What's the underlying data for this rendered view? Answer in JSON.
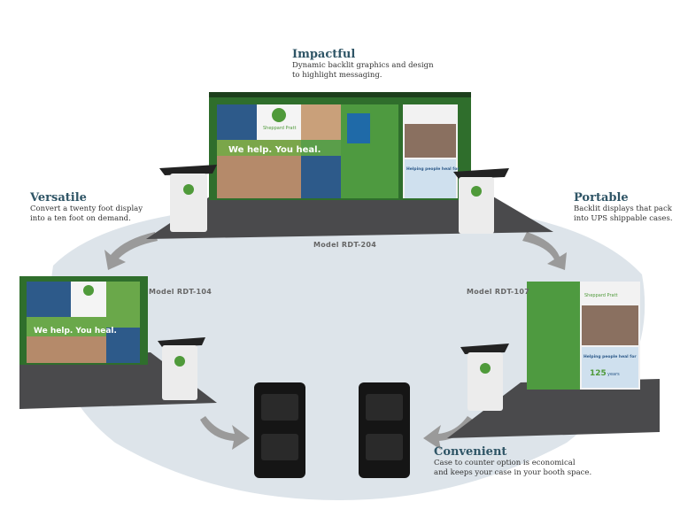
{
  "captions": {
    "impactful": {
      "title": "Impactful",
      "lines": [
        "Dynamic backlit graphics and design",
        "to highlight messaging."
      ]
    },
    "versatile": {
      "title": "Versatile",
      "lines": [
        "Convert a twenty foot display",
        "into a ten foot on demand."
      ]
    },
    "portable": {
      "title": "Portable",
      "lines": [
        "Backlit displays that pack",
        "into UPS shippable cases."
      ]
    },
    "convenient": {
      "title": "Convenient",
      "lines": [
        "Case to counter option is economical",
        "and keeps your case in your booth space."
      ]
    }
  },
  "models": {
    "center": "Model RDT-204",
    "left": "Model RDT-104",
    "right": "Model RDT-107"
  },
  "graphics": {
    "brand": "Sheppard Pratt",
    "slogan": "We help. You heal.",
    "helping": "Helping people heal for",
    "years": "125",
    "years_label": "years"
  },
  "colors": {
    "backdrop": "#dde4ea",
    "floor": "#4a4a4c",
    "wall_green": "#3f8f3a",
    "arrow": "#9a9a9a",
    "heading": "#2f5566",
    "graphic_blue": "#2d5a8a"
  }
}
